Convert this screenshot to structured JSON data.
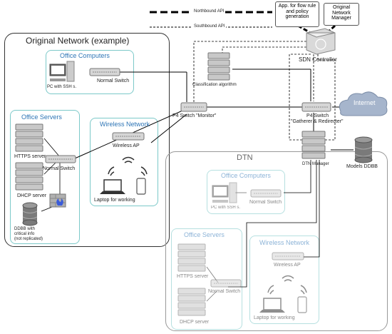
{
  "legend": {
    "northbound": "Northbound API",
    "southbound": "Southbound API"
  },
  "top_boxes": {
    "app": "App. for flow rule and policy generation",
    "manager": "Original Network Manager"
  },
  "sdn_controller": "SDN Controller",
  "classification": "Classification algorithm",
  "internet": "Internet",
  "p4_monitor": "P4 Switch \"Monitor\"",
  "p4_gatherer": [
    "P4 Switch",
    "\"Gatherer & Redirecter\""
  ],
  "dtn_manager": "DTN Manager",
  "models_ddbb": "Models DDBB",
  "original": {
    "title": "Original Network (example)",
    "office_computers": {
      "title": "Office Computers",
      "pc": "PC with SSH s.",
      "switch": "Normal Switch"
    },
    "office_servers": {
      "title": "Office Servers",
      "https": "HTTPS server",
      "switch": "Normal Switch",
      "dhcp": "DHCP server",
      "ddbb": [
        "DDBB with",
        "critical info",
        "(not replicated)"
      ]
    },
    "wireless": {
      "title": "Wireless Network",
      "ap": "Wireless AP",
      "laptop": "Laptop for working"
    }
  },
  "dtn": {
    "title": "DTN",
    "office_computers": {
      "title": "Office Computers",
      "pc": "PC with SSH s.",
      "switch": "Normal Switch"
    },
    "office_servers": {
      "title": "Office Servers",
      "https": "HTTPS server",
      "switch": "Normal Switch",
      "dhcp": "DHCP server"
    },
    "wireless": {
      "title": "Wireless Network",
      "ap": "Wireless AP",
      "laptop": "Laptop for working"
    }
  }
}
